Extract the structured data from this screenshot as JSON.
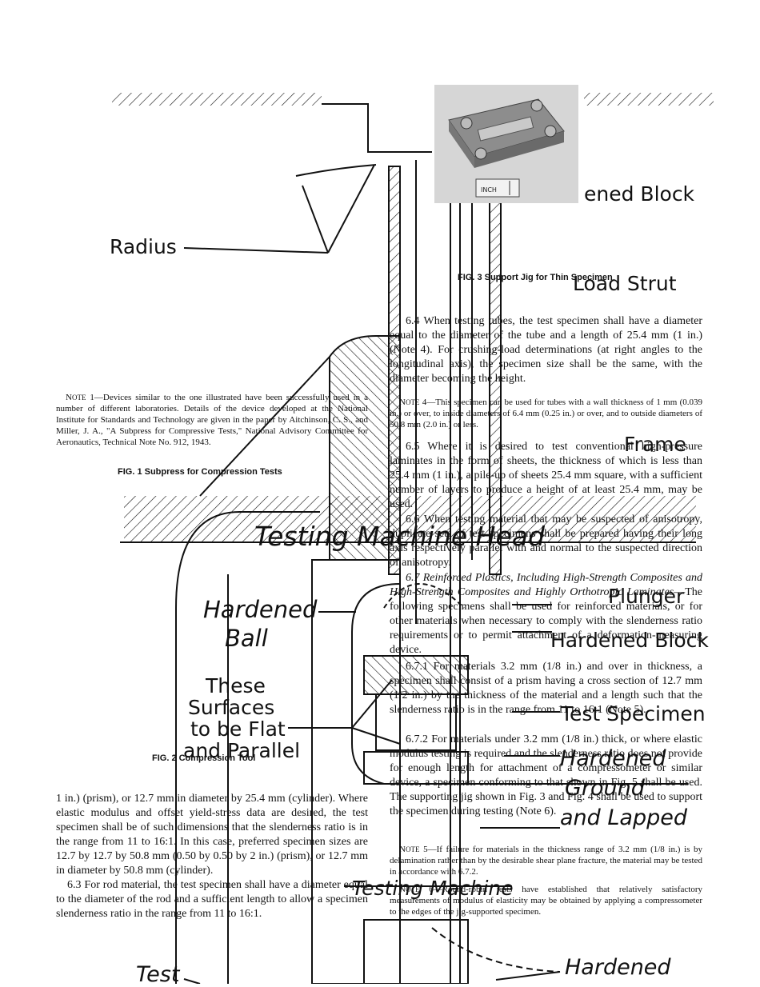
{
  "labels": {
    "radius": "Radius",
    "hardened_block_top": "ened Block",
    "load_strut": "Load Strut",
    "frame": "Frame",
    "testing_machine_head": "Testing Machine Head",
    "hardened_ball_1": "Hardened",
    "hardened_ball_2": "Ball",
    "plunger": "Plunger",
    "hardened_block_mid": "Hardened Block",
    "these_surfaces_1": "These",
    "these_surfaces_2": "Surfaces",
    "these_surfaces_3": "to be Flat",
    "these_surfaces_4": "and Parallel",
    "test_specimen": "Test Specimen",
    "hardened_ground_1": "Hardened",
    "hardened_ground_2": "Ground",
    "hardened_ground_3": "and Lapped",
    "testing_machine_base": "Testing Machine",
    "test_bottom": "Test",
    "hardened_bottom": "Hardened"
  },
  "captions": {
    "fig1": "FIG. 1 Subpress for Compression Tests",
    "fig2": "FIG. 2 Compression Tool",
    "fig3": "FIG. 3 Support Jig for Thin Specimen",
    "photo_scale": "INCH"
  },
  "notes": {
    "note1_head": "OTE",
    "note1_body": "1—Devices similar to the one illustrated have been successfully used in a number of different laboratories. Details of the device developed at the National Institute for Standards and Technology are given in the paper by Aitchinson, C. S., and Miller, J. A., \"A Subpress for Compressive Tests,\" National Advisory Committee for Aeronautics, Technical Note No. 912, 1943.",
    "note4_head": "OTE",
    "note4_body": "4—This specimen can be used for tubes with a wall thickness of 1 mm (0.039 in.) or over, to inside diameters of 6.4 mm (0.25 in.) or over, and to outside diameters of 50.8 mm (2.0 in.) or less.",
    "note5_head": "OTE",
    "note5_body": "5—If failure for materials in the thickness range of 3.2 mm (1/8 in.) is by delamination rather than by the desirable shear plane fracture, the material may be tested in accordance with 6.7.2.",
    "note6_body": "6—Round-robin tests have established that relatively satisfactory measurements of modulus of elasticity may be obtained by applying a compressometer to the edges of the jig-supported specimen."
  },
  "left_column": {
    "p_cont": "1 in.) (prism), or 12.7 mm in diameter by 25.4 mm (cylinder). Where elastic modulus and offset yield-stress data are desired, the test specimen shall be of such dimensions that the slenderness ratio is in the range from 11 to 16:1. In this case, preferred specimen sizes are 12.7 by 12.7 by 50.8 mm (0.50 by 0.50 by 2 in.) (prism), or 12.7 mm in diameter by 50.8 mm (cylinder).",
    "p63": "6.3 For rod material, the test specimen shall have a diameter equal to the diameter of the rod and a sufficient length to allow a specimen slenderness ratio in the range from 11 to 16:1."
  },
  "right_column": {
    "p64": "6.4 When testing tubes, the test specimen shall have a diameter equal to the diameter of the tube and a length of 25.4 mm (1 in.) (Note 4). For crushing-load determinations (at right angles to the longitudinal axis), the specimen size shall be the same, with the diameter becoming the height.",
    "p65": "6.5 Where it is desired to test conventional high-pressure laminates in the form of sheets, the thickness of which is less than 25.4 mm (1 in.), a pile-up of sheets 25.4 mm square, with a sufficient number of layers to produce a height of at least 25.4 mm, may be used.",
    "p66": "6.6 When testing material that may be suspected of anisotropy, duplicate sets of test specimens shall be prepared having their long axis respectively parallel with and normal to the suspected direction of anisotropy.",
    "p67_title": "6.7 Reinforced Plastics, Including High-Strength Composites and High-Strength Composites and Highly Orthotropic Laminates",
    "p67_body": "—The following specimens shall be used for reinforced materials, or for other materials when necessary to comply with the slenderness ratio requirements or to permit attachment of a deformation-measuring device.",
    "p671": "6.7.1 For materials 3.2 mm (1/8 in.) and over in thickness, a specimen shall consist of a prism having a cross section of 12.7 mm (1/2 in.) by the thickness of the material and a length such that the slenderness ratio is in the range from 11 to 16:1 (Note 5).",
    "p672": "6.7.2 For materials under 3.2 mm (1/8 in.) thick, or where elastic modulus testing is required and the slenderness ratio does not provide for enough length for attachment of a compressometer or similar device, a specimen conforming to that shown in Fig. 5 shall be used. The supporting jig shown in Fig. 3 and Fig. 4 shall be used to support the specimen during testing (Note 6)."
  },
  "note_letter": "N"
}
